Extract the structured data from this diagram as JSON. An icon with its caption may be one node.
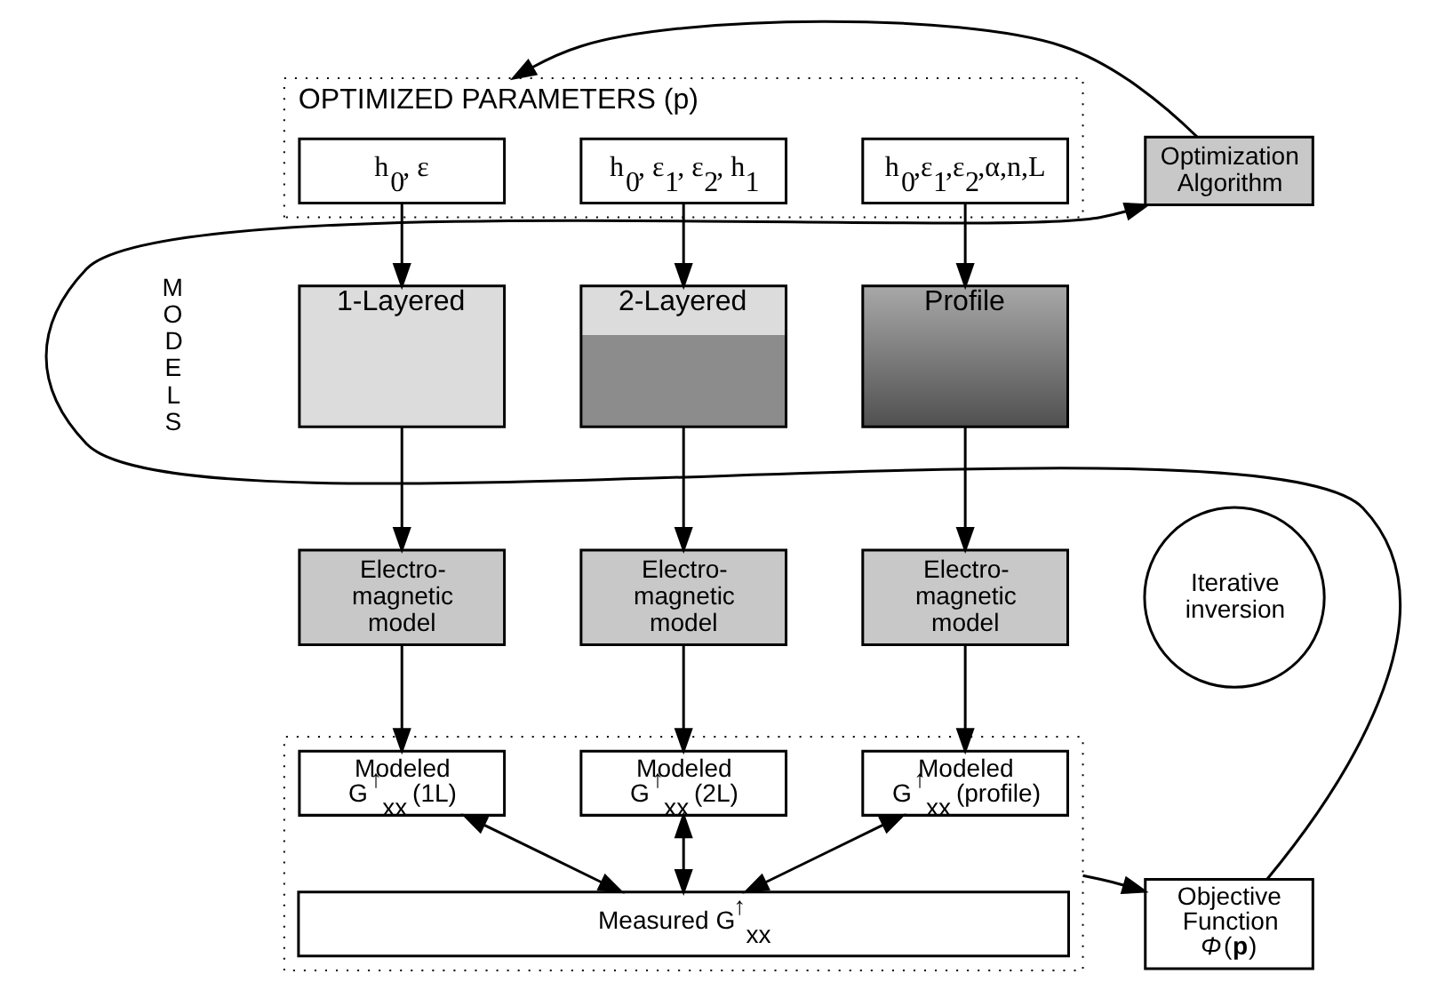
{
  "diagram": {
    "nodes": [
      {
        "text": [
          "OPTIMIZED PARAMETERS (p)"
        ]
      },
      {
        "text": [
          "h$_{0}$, ε"
        ],
        "in": 0
      },
      {
        "text": [
          "h$_{0}$, ε$_{1}$, ε$_{2}$, h$_{1}$"
        ],
        "in": 0
      },
      {
        "text": [
          "h$_{0}$,ε$_{1}$,ε$_{2}$,α,n,L"
        ],
        "in": 0
      },
      {
        "text": [
          "1-Layered"
        ]
      },
      {
        "text": [
          "2-Layered"
        ]
      },
      {
        "text": [
          "Profile"
        ]
      },
      {
        "text": [
          "Electro- magnetic model"
        ]
      },
      {
        "text": [
          "Electro- magnetic model"
        ]
      },
      {
        "text": [
          "Electro- magnetic model"
        ]
      },
      {
        "text": [],
        "shape": "box"
      },
      {
        "text": [
          "Modeled G$^{↑}$$_{xx}$ (1L)"
        ],
        "in": 10
      },
      {
        "text": [
          "Modeled G$^{↑}$$_{xx}$ (2L)"
        ],
        "in": 10
      },
      {
        "text": [
          "Modeled G$^{↑}$$_{xx}$ (profile)"
        ],
        "in": 10
      },
      {
        "text": [
          "Measured G$^{↑}$$_{xx}$"
        ],
        "in": 10
      },
      {
        "text": [
          "Objective Function *Φ*(**p**)"
        ]
      },
      {
        "text": [
          "Optimization Algorithm"
        ]
      },
      {
        "text": [
          "Iterative inversion"
        ]
      }
    ],
    "edges": [
      {
        "from": 1,
        "to": 4,
        "arrow": "to"
      },
      {
        "from": 2,
        "to": 5,
        "arrow": "to"
      },
      {
        "from": 3,
        "to": 6,
        "arrow": "to"
      },
      {
        "from": 4,
        "to": 7,
        "arrow": "to"
      },
      {
        "from": 5,
        "to": 8,
        "arrow": "to"
      },
      {
        "from": 6,
        "to": 9,
        "arrow": "to"
      },
      {
        "from": 7,
        "to": 11,
        "arrow": "to"
      },
      {
        "from": 8,
        "to": 12,
        "arrow": "to"
      },
      {
        "from": 9,
        "to": 13,
        "arrow": "to"
      },
      {
        "from": 11,
        "to": 14,
        "arrow": "both"
      },
      {
        "from": 12,
        "to": 14,
        "arrow": "both"
      },
      {
        "from": 13,
        "to": 14,
        "arrow": "both"
      },
      {
        "from": 10,
        "to": 15,
        "arrow": "to"
      },
      {
        "from": 15,
        "to": 16,
        "arrow": "to"
      },
      {
        "from": 16,
        "to": 0,
        "arrow": "to"
      }
    ],
    "labels": [
      "MODELS"
    ]
  }
}
